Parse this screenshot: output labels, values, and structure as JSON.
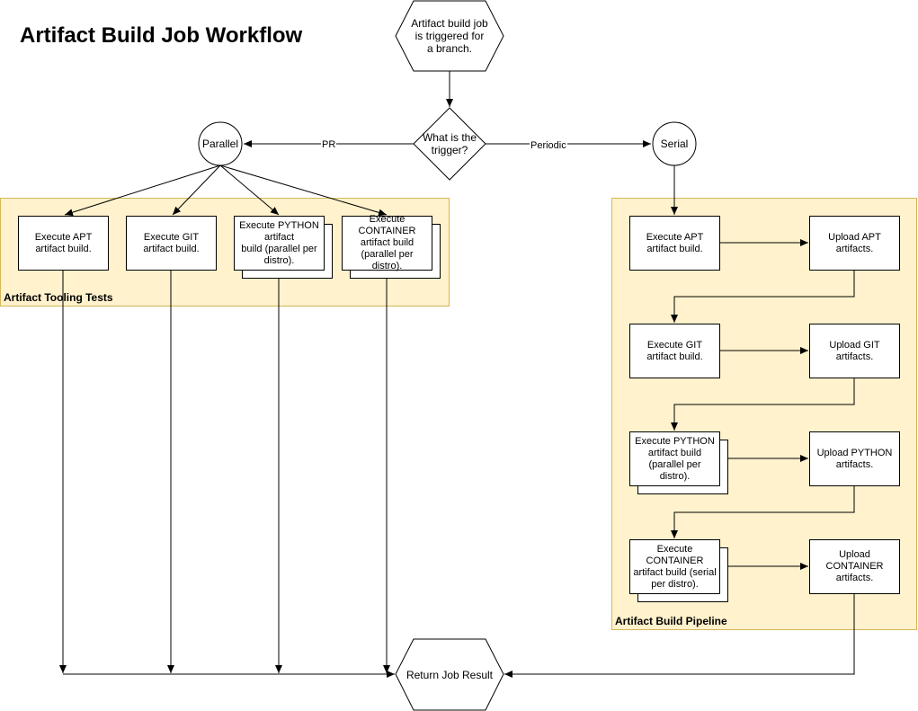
{
  "title": "Artifact Build Job Workflow",
  "start": {
    "label": "Artifact build job\nis triggered for\na branch."
  },
  "decision": {
    "label": "What is the\ntrigger?"
  },
  "edges": {
    "pr": "PR",
    "periodic": "Periodic"
  },
  "parallel": {
    "label": "Parallel"
  },
  "serial": {
    "label": "Serial"
  },
  "tooling_group": {
    "label": "Artifact Tooling Tests",
    "boxes": [
      "Execute APT\nartifact build.",
      "Execute GIT\nartifact build.",
      "Execute PYTHON\nartifact\nbuild (parallel per\ndistro).",
      "Execute\nCONTAINER\nartifact build\n(parallel per distro)."
    ]
  },
  "pipeline_group": {
    "label": "Artifact Build Pipeline",
    "execute": [
      "Execute APT\nartifact build.",
      "Execute GIT\nartifact build.",
      "Execute PYTHON\nartifact build\n(parallel per distro).",
      "Execute\nCONTAINER\nartifact build (serial\nper distro)."
    ],
    "upload": [
      "Upload APT\nartifacts.",
      "Upload GIT\nartifacts.",
      "Upload PYTHON\nartifacts.",
      "Upload\nCONTAINER\nartifacts."
    ]
  },
  "end": {
    "label": "Return Job Result"
  },
  "colors": {
    "group_fill": "#fff2cc",
    "group_border": "#d6b656"
  }
}
